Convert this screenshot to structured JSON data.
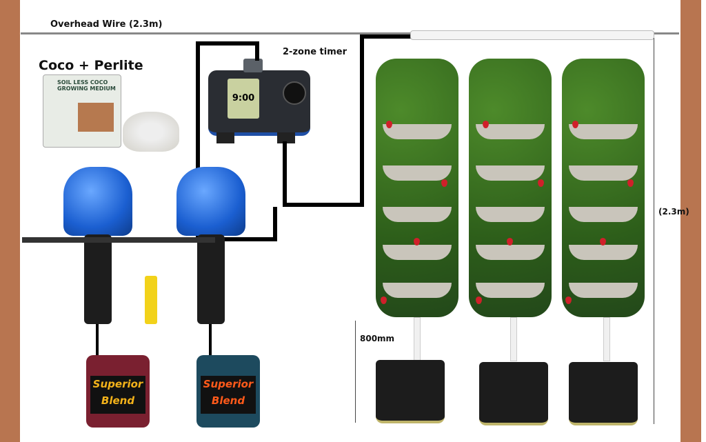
{
  "labels": {
    "overhead_wire": "Overhead Wire (2.3m)",
    "coco_perlite": "Coco + Perlite",
    "timer": "2-zone timer",
    "height": "(2.3m)",
    "stem_height": "800mm"
  },
  "products": {
    "coco_bag": "SOIL LESS COCO GROWING MEDIUM",
    "timer_display": "9:00",
    "nutrient_a": "Superior Blend",
    "nutrient_b": "Superior Blend"
  },
  "colors": {
    "post": "#b87550",
    "pump": "#1b5fd1",
    "tube": "#000000",
    "plant": "#2d5e1a"
  }
}
